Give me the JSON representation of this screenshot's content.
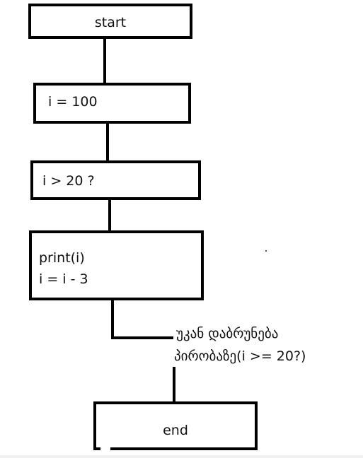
{
  "diagram": {
    "nodes": [
      {
        "id": "start",
        "text": "start"
      },
      {
        "id": "init",
        "text": "i = 100"
      },
      {
        "id": "condition",
        "text": "i > 20 ?"
      },
      {
        "id": "body_line1",
        "text": "print(i)"
      },
      {
        "id": "body_line2",
        "text": "i = i - 3"
      },
      {
        "id": "end",
        "text": "end"
      }
    ],
    "annotation": {
      "line1": "უკან დაბრუნება",
      "line2": "პირობაზე(i >= 20?)"
    }
  }
}
